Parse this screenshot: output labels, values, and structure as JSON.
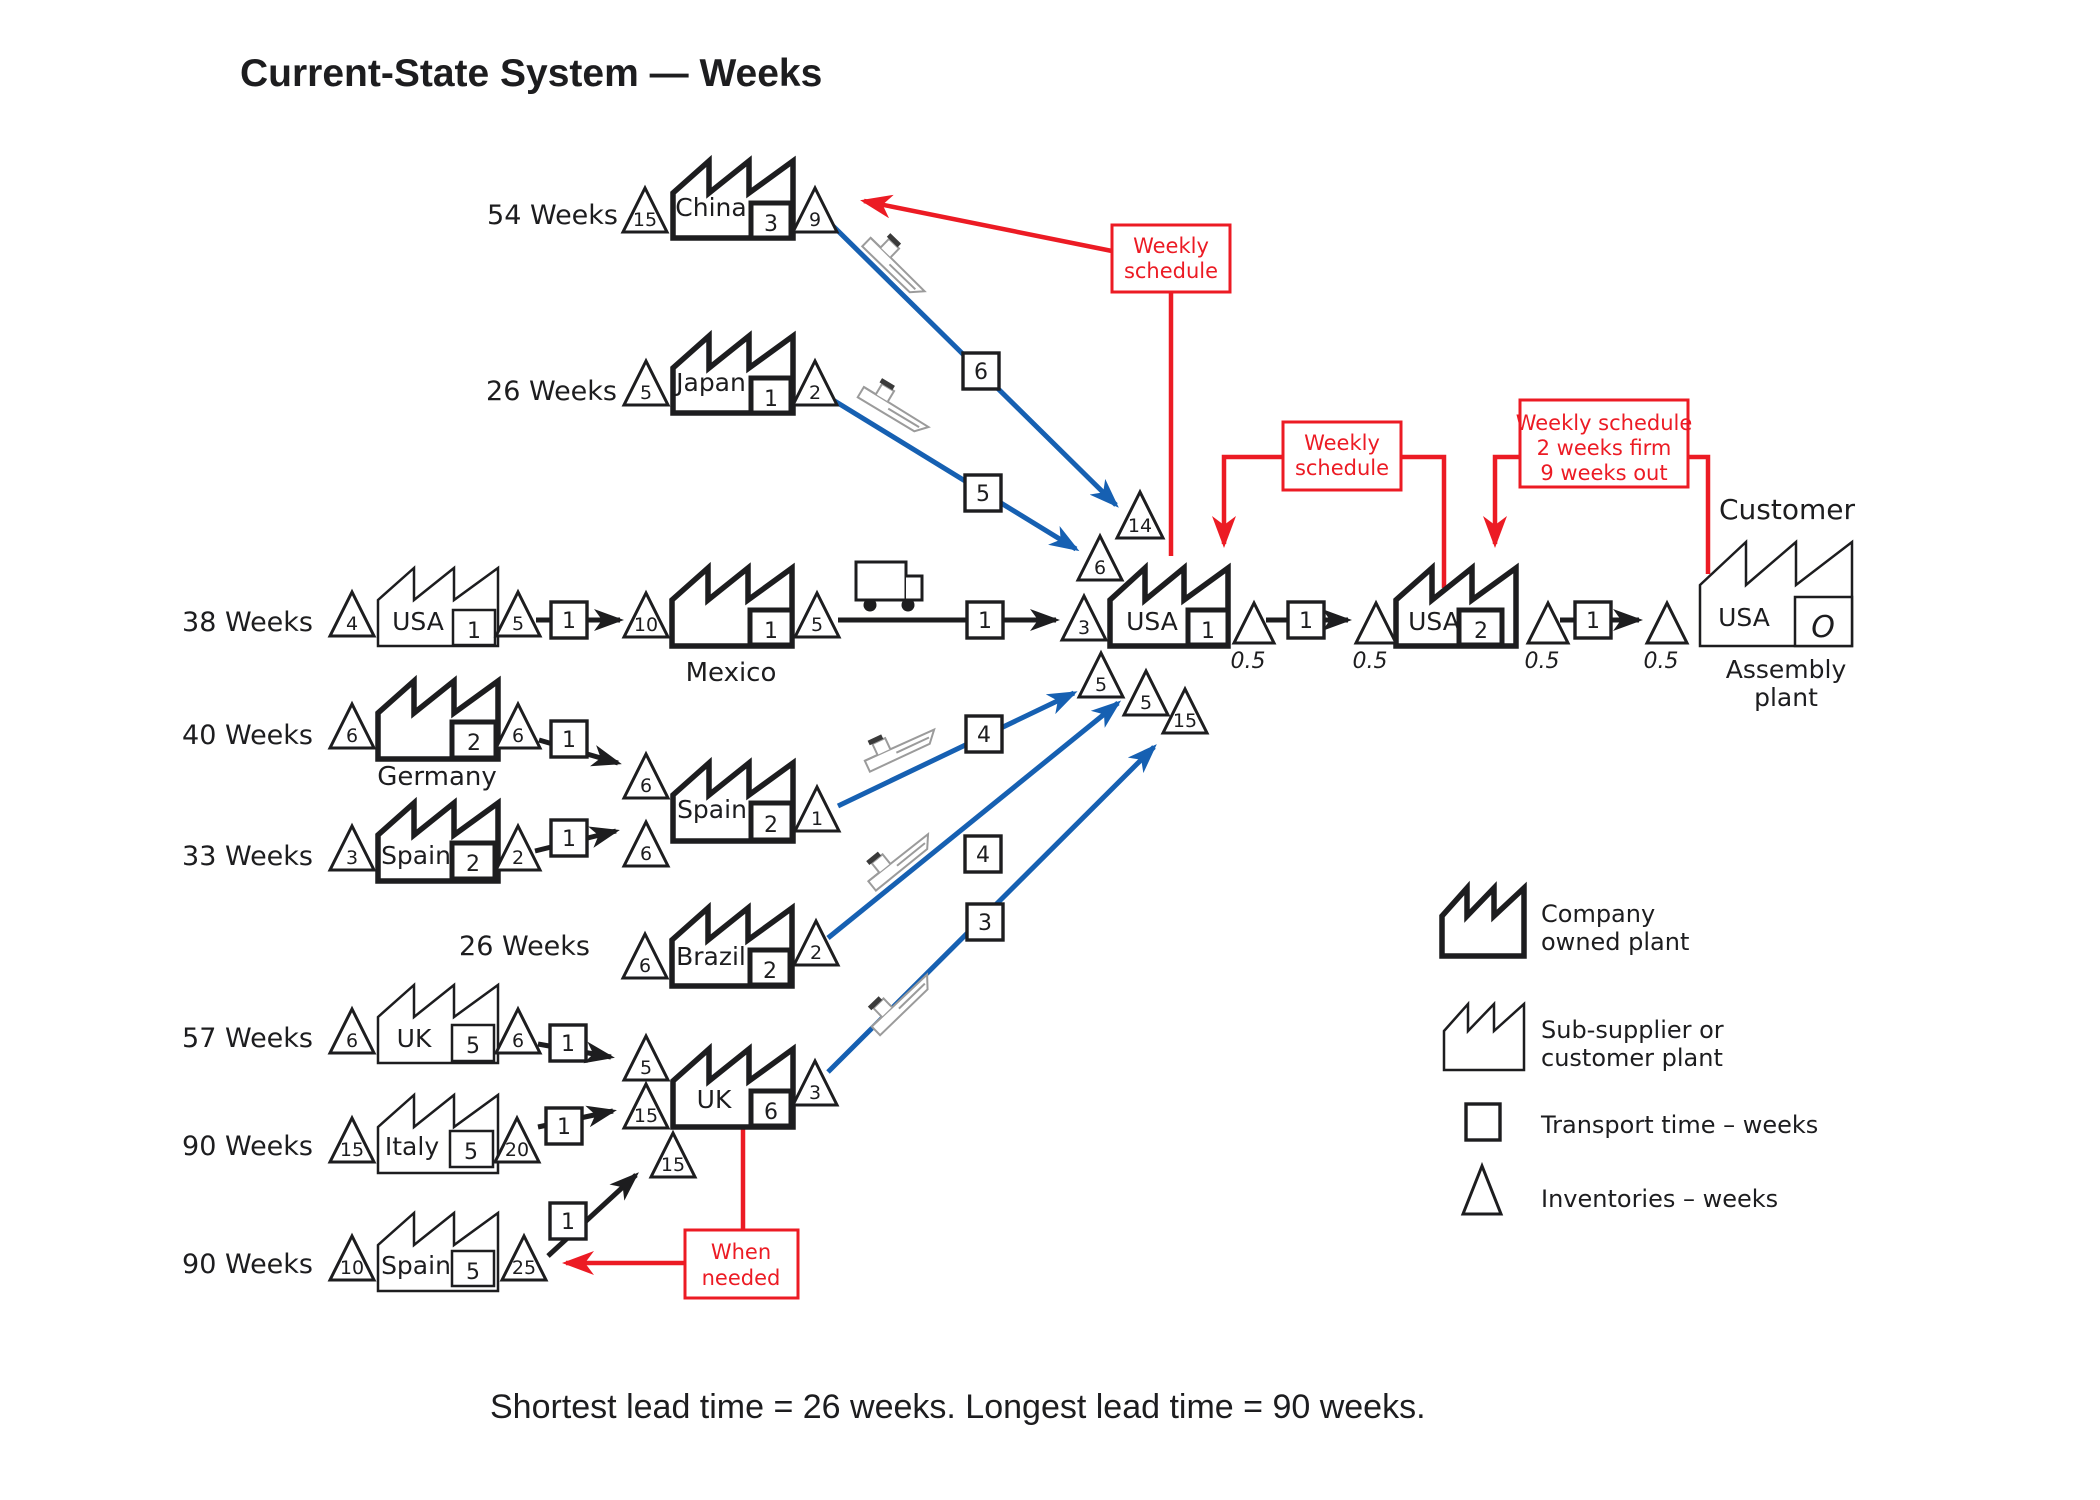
{
  "title": "Current-State System — Weeks",
  "caption": "Shortest lead time = 26 weeks. Longest lead time = 90 weeks.",
  "rows": {
    "china": {
      "lead": "54 Weeks",
      "pre": "15",
      "name": "China",
      "box": "3",
      "post": "9"
    },
    "japan": {
      "lead": "26 Weeks",
      "pre": "5",
      "name": "Japan",
      "box": "1",
      "post": "2"
    },
    "usa38": {
      "lead": "38 Weeks",
      "pre": "4",
      "name": "USA",
      "box": "1",
      "post": "5"
    },
    "mexico": {
      "pre": "10",
      "name": "Mexico",
      "box": "1",
      "post": "5"
    },
    "germany": {
      "lead": "40 Weeks",
      "pre": "6",
      "name": "Germany",
      "box": "2",
      "post": "6"
    },
    "spain33": {
      "lead": "33 Weeks",
      "pre": "3",
      "name": "Spain",
      "box": "2",
      "post": "2"
    },
    "spainmid": {
      "in1": "6",
      "in2": "6",
      "name": "Spain",
      "box": "2",
      "post": "1"
    },
    "brazil": {
      "lead": "26 Weeks",
      "pre": "6",
      "name": "Brazil",
      "box": "2",
      "post": "2"
    },
    "uk57": {
      "lead": "57 Weeks",
      "pre": "6",
      "name": "UK",
      "box": "5",
      "post": "6"
    },
    "italy": {
      "lead": "90 Weeks",
      "pre": "15",
      "name": "Italy",
      "box": "5",
      "post": "20"
    },
    "spain90": {
      "lead": "90 Weeks",
      "pre": "10",
      "name": "Spain",
      "box": "5",
      "post": "25"
    },
    "ukmid": {
      "in1": "5",
      "in2": "15",
      "in3": "15",
      "name": "UK",
      "box": "6",
      "post": "3"
    },
    "usa1": {
      "pre": "3",
      "top1": "14",
      "top2": "6",
      "name": "USA",
      "box": "1",
      "bot1": "5",
      "bot2": "5",
      "bot3": "15"
    },
    "usa2": {
      "name": "USA",
      "box": "2"
    },
    "customer": {
      "title": "Customer",
      "name": "USA",
      "box": "O",
      "sub1": "Assembly",
      "sub2": "plant"
    }
  },
  "transport": {
    "m1": "1",
    "m2": "1",
    "sea_china": "6",
    "sea_japan": "5",
    "ger": "1",
    "sp33": "1",
    "sea_spain": "4",
    "sea_brazil": "4",
    "uk57": "1",
    "italy": "1",
    "sp90": "1",
    "sea_uk": "3",
    "us12": "1",
    "us2c": "1"
  },
  "wip": {
    "a": "0.5",
    "b": "0.5",
    "c": "0.5",
    "d": "0.5"
  },
  "notes": {
    "ws1a": "Weekly",
    "ws1b": "schedule",
    "ws2a": "Weekly",
    "ws2b": "schedule",
    "ws3a": "Weekly schedule",
    "ws3b": "2 weeks firm",
    "ws3c": "9 weeks out",
    "wna": "When",
    "wnb": "needed"
  },
  "legend": {
    "l1a": "Company",
    "l1b": "owned plant",
    "l2a": "Sub-supplier or",
    "l2b": "customer plant",
    "l3": "Transport time – weeks",
    "l4": "Inventories – weeks"
  },
  "colors": {
    "blue": "#1660b2",
    "red": "#ec1b24",
    "black": "#1d1d1f"
  }
}
